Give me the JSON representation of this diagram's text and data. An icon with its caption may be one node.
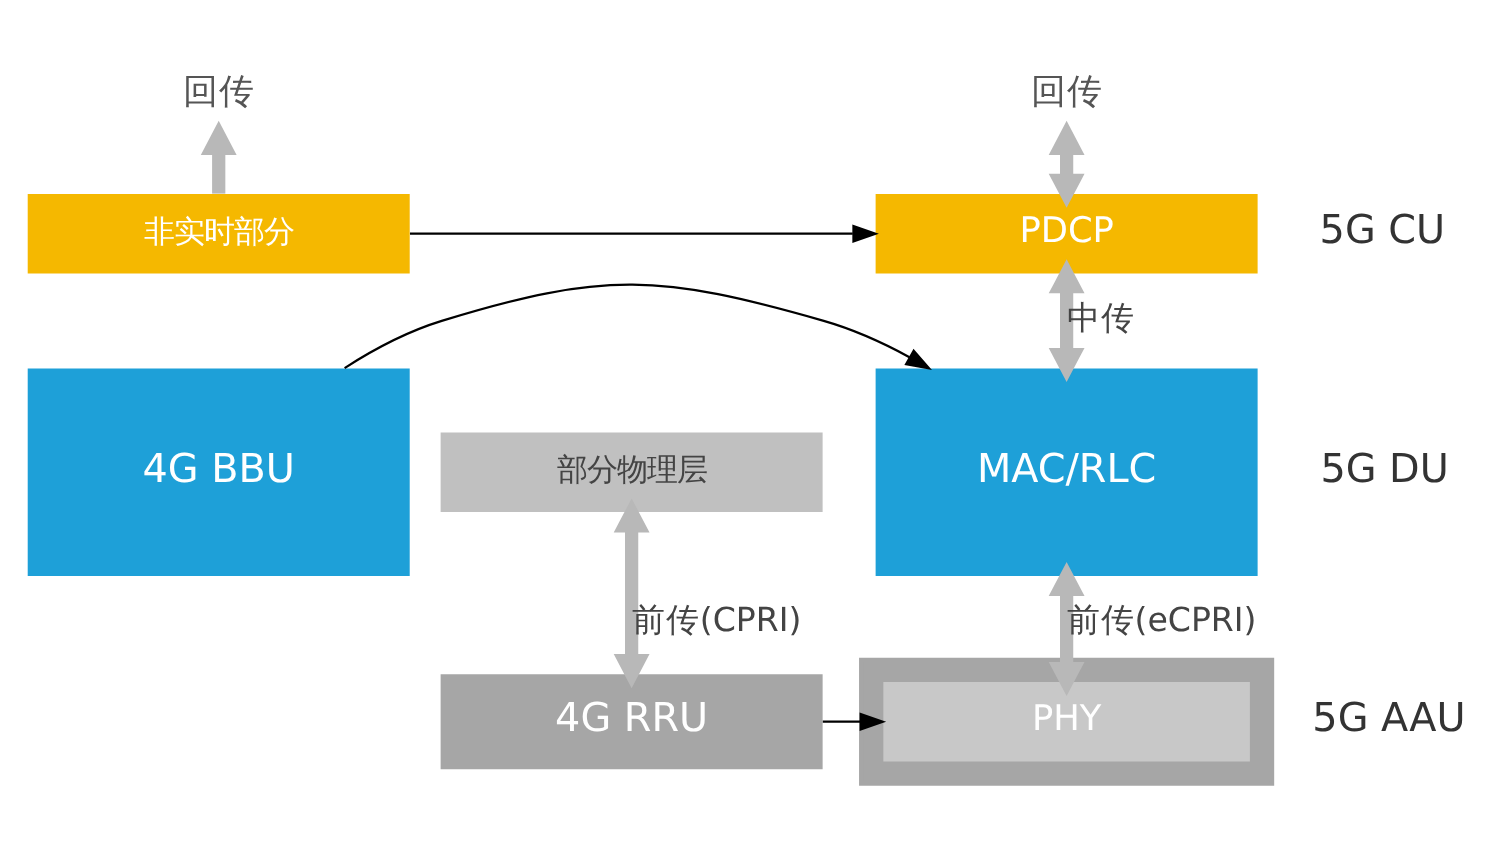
{
  "diagram": {
    "nodes": [
      {
        "text": [
          "回传"
        ]
      },
      {
        "text": [
          "非实时部分"
        ]
      },
      {
        "text": [
          "4G BBU"
        ]
      },
      {
        "text": [
          "部分物理层"
        ]
      },
      {
        "text": [
          "4G RRU"
        ]
      },
      {
        "text": [
          "回传"
        ]
      },
      {
        "text": [
          "PDCP"
        ],
        "beside": [
          "5G CU"
        ]
      },
      {
        "text": [
          "MAC/RLC"
        ],
        "beside": [
          "5G DU"
        ]
      },
      {
        "text": [],
        "shape": "box",
        "beside": [
          "5G AAU"
        ]
      },
      {
        "text": [
          "PHY"
        ],
        "in": 8
      }
    ],
    "edges": [
      {
        "from": 1,
        "to": 0,
        "arrow": "to"
      },
      {
        "from": 3,
        "to": 4,
        "arrow": "both",
        "label": "前传(CPRI)"
      },
      {
        "from": 6,
        "to": 5,
        "arrow": "both"
      },
      {
        "from": 6,
        "to": 7,
        "arrow": "both",
        "label": "中传"
      },
      {
        "from": 7,
        "to": 9,
        "arrow": "both",
        "label": "前传(eCPRI)"
      },
      {
        "from": 1,
        "to": 6,
        "arrow": "to",
        "color": "#000000"
      },
      {
        "from": 2,
        "to": 7,
        "arrow": "to",
        "color": "#000000"
      },
      {
        "from": 4,
        "to": 9,
        "arrow": "to",
        "color": "#000000"
      }
    ]
  }
}
